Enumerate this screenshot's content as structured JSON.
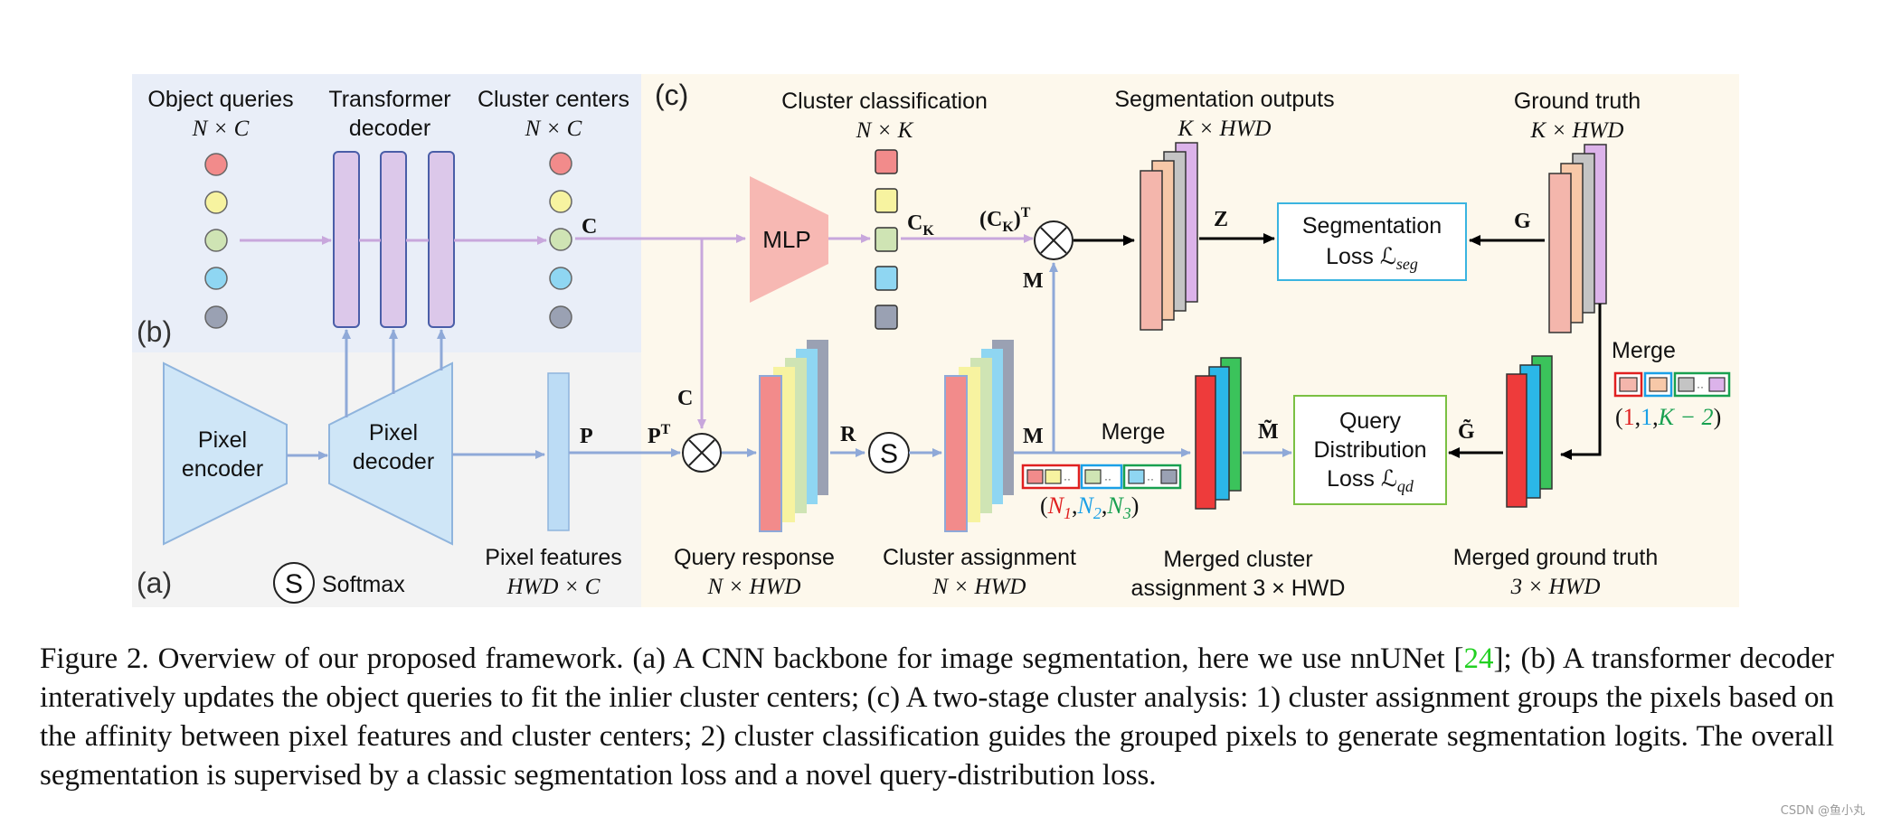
{
  "panels": {
    "a": "(a)",
    "b": "(b)",
    "c": "(c)"
  },
  "labels": {
    "object_queries": "Object queries",
    "object_queries_dim": "N × C",
    "transformer_decoder_1": "Transformer",
    "transformer_decoder_2": "decoder",
    "cluster_centers": "Cluster centers",
    "cluster_centers_dim": "N × C",
    "cluster_classification": "Cluster classification",
    "cluster_classification_dim": "N × K",
    "segmentation_outputs": "Segmentation outputs",
    "segmentation_outputs_dim": "K × HWD",
    "ground_truth": "Ground truth",
    "ground_truth_dim": "K × HWD",
    "pixel_encoder_1": "Pixel",
    "pixel_encoder_2": "encoder",
    "pixel_decoder_1": "Pixel",
    "pixel_decoder_2": "decoder",
    "softmax_symbol": "S",
    "softmax": "Softmax",
    "pixel_features": "Pixel features",
    "pixel_features_dim": "HWD × C",
    "query_response": "Query response",
    "query_response_dim": "N × HWD",
    "cluster_assignment": "Cluster assignment",
    "cluster_assignment_dim": "N × HWD",
    "merged_cluster_1": "Merged cluster",
    "merged_cluster_2": "assignment 3 × HWD",
    "merged_gt": "Merged ground truth",
    "merged_gt_dim": "3 × HWD",
    "mlp": "MLP",
    "merge_1": "Merge",
    "merge_2": "Merge",
    "seg_loss_1": "Segmentation",
    "seg_loss_2": "Loss ℒ",
    "seg_loss_sub": "seg",
    "qd_loss_1": "Query",
    "qd_loss_2": "Distribution",
    "qd_loss_3": "Loss ℒ",
    "qd_loss_sub": "qd",
    "sym_C_top": "C",
    "sym_C_down": "C",
    "sym_CK": "C",
    "sym_CK_sub": "K",
    "sym_CKT": "(C",
    "sym_CKT_sub": "K",
    "sym_CKT_close": ")",
    "sym_CKT_sup": "T",
    "sym_M_up": "M",
    "sym_M_right": "M",
    "sym_Z": "Z",
    "sym_G": "G",
    "sym_P": "P",
    "sym_PT": "P",
    "sym_PT_sup": "T",
    "sym_R": "R",
    "sym_Mtilde": "M̃",
    "sym_Gtilde": "G̃",
    "n_open": "(",
    "n1": "N",
    "n1_sub": "1",
    "n2": "N",
    "n2_sub": "2",
    "n3": "N",
    "n3_sub": "3",
    "comma": ",",
    "n_close": ")",
    "k_open": "(",
    "k1": "1",
    "k2": "1",
    "k3": "K − 2",
    "k_close": ")",
    "dots": "··"
  },
  "colors": {
    "red": "#f28b8b",
    "yellow": "#f7f3a0",
    "green": "#cfe4b4",
    "cyan": "#8fd6f2",
    "gray": "#9aa1b3",
    "purple": "#dcc8ea",
    "arrow_blue": "#8fa9d8",
    "arrow_purple": "#c8a7dc",
    "label_red": "#e02020",
    "label_blue": "#1aa0e6",
    "label_green": "#18a050"
  },
  "caption": {
    "p1": "Figure 2. Overview of our proposed framework. (a) A CNN backbone for image segmentation, here we use nnUNet [",
    "ref": "24",
    "p2": "]; (b) A transformer decoder interatively updates the object queries to fit the inlier cluster centers; (c) A two-stage cluster analysis: 1) cluster assignment groups the pixels based on the affinity between pixel features and cluster centers; 2) cluster classification guides the grouped pixels to generate segmentation logits. The overall segmentation is supervised by a classic segmentation loss and a novel query-distribution loss."
  },
  "watermark": "CSDN @鱼小丸"
}
